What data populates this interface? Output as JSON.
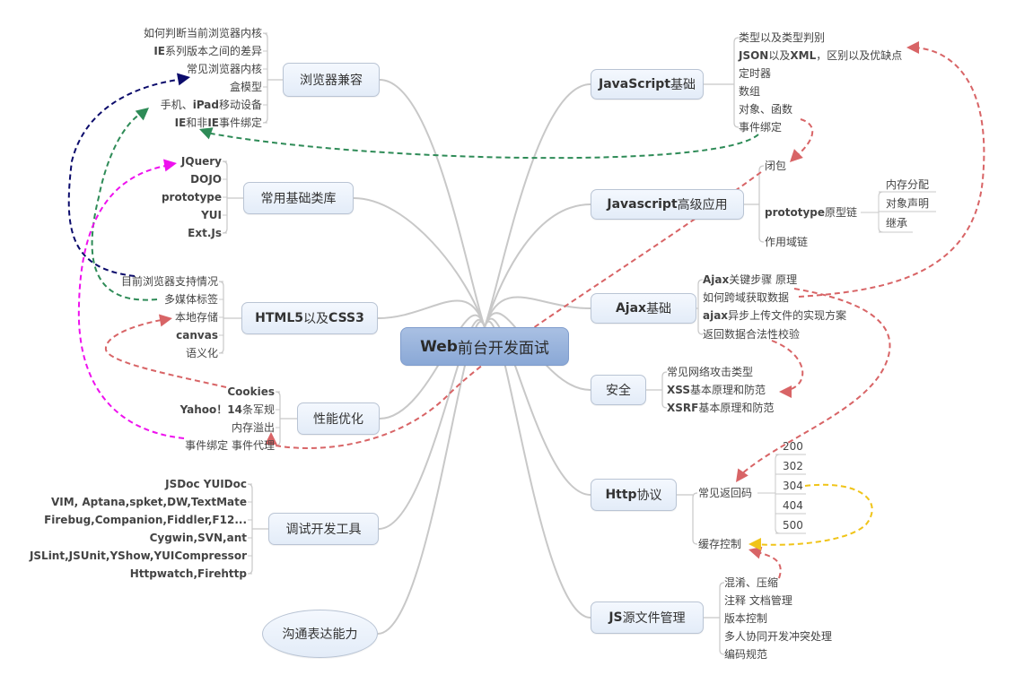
{
  "title": "Web前台开发面试",
  "root": {
    "bold": "Web",
    "rest": "前台开发面试"
  },
  "colors": {
    "branch_line": "#c8c8c8",
    "node_fill_top": "#f4f8fe",
    "node_fill_bottom": "#e3ecf8",
    "root_fill": "#8aa8d6",
    "link_red": "#d86466",
    "link_green": "#2e8b57",
    "link_navy": "#0b0b6b",
    "link_magenta": "#ee11ee",
    "link_yellow": "#f0c419"
  },
  "left_branches": [
    {
      "id": "browser",
      "label": "浏览器兼容",
      "items": [
        {
          "parts": [
            {
              "t": "如何判断当前浏览器内核",
              "b": false
            }
          ]
        },
        {
          "parts": [
            {
              "t": "IE",
              "b": true
            },
            {
              "t": "系列版本之间的差异",
              "b": false
            }
          ]
        },
        {
          "parts": [
            {
              "t": "常见浏览器内核",
              "b": false
            }
          ]
        },
        {
          "parts": [
            {
              "t": "盒模型",
              "b": false
            }
          ]
        },
        {
          "parts": [
            {
              "t": "手机、",
              "b": false
            },
            {
              "t": "iPad",
              "b": true
            },
            {
              "t": "移动设备",
              "b": false
            }
          ]
        },
        {
          "parts": [
            {
              "t": "IE",
              "b": true
            },
            {
              "t": "和非",
              "b": false
            },
            {
              "t": "IE",
              "b": true
            },
            {
              "t": "事件绑定",
              "b": false
            }
          ]
        }
      ]
    },
    {
      "id": "libs",
      "label": "常用基础类库",
      "items": [
        {
          "parts": [
            {
              "t": "JQuery",
              "b": true
            }
          ]
        },
        {
          "parts": [
            {
              "t": "DOJO",
              "b": true
            }
          ]
        },
        {
          "parts": [
            {
              "t": "prototype",
              "b": true
            }
          ]
        },
        {
          "parts": [
            {
              "t": "YUI",
              "b": true
            }
          ]
        },
        {
          "parts": [
            {
              "t": "Ext.Js",
              "b": true
            }
          ]
        }
      ]
    },
    {
      "id": "html5",
      "label_parts": [
        {
          "t": "HTML5",
          "b": true
        },
        {
          "t": "以及",
          "b": false
        },
        {
          "t": "CSS3",
          "b": true
        }
      ],
      "items": [
        {
          "parts": [
            {
              "t": "目前浏览器支持情况",
              "b": false
            }
          ]
        },
        {
          "parts": [
            {
              "t": "多媒体标签",
              "b": false
            }
          ]
        },
        {
          "parts": [
            {
              "t": "本地存储",
              "b": false
            }
          ]
        },
        {
          "parts": [
            {
              "t": "canvas",
              "b": true
            }
          ]
        },
        {
          "parts": [
            {
              "t": "语义化",
              "b": false
            }
          ]
        }
      ]
    },
    {
      "id": "perf",
      "label": "性能优化",
      "items": [
        {
          "parts": [
            {
              "t": "Cookies",
              "b": true
            }
          ]
        },
        {
          "parts": [
            {
              "t": "Yahoo！14",
              "b": true
            },
            {
              "t": "条军规",
              "b": false
            }
          ]
        },
        {
          "parts": [
            {
              "t": "内存溢出",
              "b": false
            }
          ]
        },
        {
          "parts": [
            {
              "t": "事件绑定 事件代理",
              "b": false
            }
          ]
        }
      ]
    },
    {
      "id": "tools",
      "label": "调试开发工具",
      "items": [
        {
          "parts": [
            {
              "t": "JSDoc YUIDoc",
              "b": true
            }
          ]
        },
        {
          "parts": [
            {
              "t": "VIM, Aptana,spket,DW,TextMate",
              "b": true
            }
          ]
        },
        {
          "parts": [
            {
              "t": "Firebug,Companion,Fiddler,F12...",
              "b": true
            }
          ]
        },
        {
          "parts": [
            {
              "t": "Cygwin,SVN,ant",
              "b": true
            }
          ]
        },
        {
          "parts": [
            {
              "t": "JSLint,JSUnit,YShow,YUICompressor",
              "b": true
            }
          ]
        },
        {
          "parts": [
            {
              "t": "Httpwatch,Firehttp",
              "b": true
            }
          ]
        }
      ]
    },
    {
      "id": "comm",
      "label": "沟通表达能力",
      "items": []
    }
  ],
  "right_branches": [
    {
      "id": "jsbasic",
      "label_parts": [
        {
          "t": "JavaScript",
          "b": true
        },
        {
          "t": "基础",
          "b": false
        }
      ],
      "items": [
        {
          "parts": [
            {
              "t": "类型以及类型判别",
              "b": false
            }
          ]
        },
        {
          "parts": [
            {
              "t": "JSON",
              "b": true
            },
            {
              "t": "以及",
              "b": false
            },
            {
              "t": "XML",
              "b": true
            },
            {
              "t": "，区别以及优缺点",
              "b": false
            }
          ]
        },
        {
          "parts": [
            {
              "t": "定时器",
              "b": false
            }
          ]
        },
        {
          "parts": [
            {
              "t": "数组",
              "b": false
            }
          ]
        },
        {
          "parts": [
            {
              "t": "对象、函数",
              "b": false
            }
          ]
        },
        {
          "parts": [
            {
              "t": "事件绑定",
              "b": false
            }
          ]
        }
      ]
    },
    {
      "id": "jsadv",
      "label_parts": [
        {
          "t": "Javascript",
          "b": true
        },
        {
          "t": "高级应用",
          "b": false
        }
      ],
      "items": [
        {
          "parts": [
            {
              "t": "闭包",
              "b": false
            }
          ]
        },
        {
          "parts": [
            {
              "t": "prototype",
              "b": true
            },
            {
              "t": "原型链",
              "b": false
            }
          ],
          "children": [
            "内存分配",
            "对象声明",
            "继承"
          ]
        },
        {
          "parts": [
            {
              "t": "作用域链",
              "b": false
            }
          ]
        }
      ]
    },
    {
      "id": "ajax",
      "label_parts": [
        {
          "t": "Ajax",
          "b": true
        },
        {
          "t": " 基础",
          "b": false
        }
      ],
      "items": [
        {
          "parts": [
            {
              "t": "Ajax",
              "b": true
            },
            {
              "t": "关键步骤 原理",
              "b": false
            }
          ]
        },
        {
          "parts": [
            {
              "t": "如何跨域获取数据",
              "b": false
            }
          ]
        },
        {
          "parts": [
            {
              "t": "ajax",
              "b": true
            },
            {
              "t": "异步上传文件的实现方案",
              "b": false
            }
          ]
        },
        {
          "parts": [
            {
              "t": "返回数据合法性校验",
              "b": false
            }
          ]
        }
      ]
    },
    {
      "id": "security",
      "label": "安全",
      "items": [
        {
          "parts": [
            {
              "t": "常见网络攻击类型",
              "b": false
            }
          ]
        },
        {
          "parts": [
            {
              "t": "XSS",
              "b": true
            },
            {
              "t": "基本原理和防范",
              "b": false
            }
          ]
        },
        {
          "parts": [
            {
              "t": "XSRF",
              "b": true
            },
            {
              "t": "基本原理和防范",
              "b": false
            }
          ]
        }
      ]
    },
    {
      "id": "http",
      "label_parts": [
        {
          "t": "Http",
          "b": true
        },
        {
          "t": "协议",
          "b": false
        }
      ],
      "items": [
        {
          "parts": [
            {
              "t": "常见返回码",
              "b": false
            }
          ],
          "children": [
            "200",
            "302",
            "304",
            "404",
            "500"
          ]
        },
        {
          "parts": [
            {
              "t": "缓存控制",
              "b": false
            }
          ]
        }
      ]
    },
    {
      "id": "jsfiles",
      "label_parts": [
        {
          "t": "JS",
          "b": true
        },
        {
          "t": "源文件管理",
          "b": false
        }
      ],
      "items": [
        {
          "parts": [
            {
              "t": "混淆、压缩",
              "b": false
            }
          ]
        },
        {
          "parts": [
            {
              "t": "注释 文档管理",
              "b": false
            }
          ]
        },
        {
          "parts": [
            {
              "t": "版本控制",
              "b": false
            }
          ]
        },
        {
          "parts": [
            {
              "t": "多人协同开发冲突处理",
              "b": false
            }
          ]
        },
        {
          "parts": [
            {
              "t": "编码规范",
              "b": false
            }
          ]
        }
      ]
    }
  ],
  "relationships": [
    {
      "from": "事件绑定 (JavaScript基础)",
      "to": "IE和非IE事件绑定",
      "color": "green"
    },
    {
      "from": "多媒体标签",
      "to": "手机、iPad移动设备",
      "color": "green"
    },
    {
      "from": "目前浏览器支持情况",
      "to": "常见浏览器内核",
      "color": "navy"
    },
    {
      "from": "事件绑定 事件代理",
      "to": "JQuery",
      "color": "magenta"
    },
    {
      "from": "Cookies",
      "to": "本地存储",
      "color": "red"
    },
    {
      "from": "对象、函数",
      "to": "闭包",
      "color": "red"
    },
    {
      "from": "闭包",
      "to": "内存溢出",
      "color": "red"
    },
    {
      "from": "如何跨域获取数据",
      "to": "JSON以及XML，区别以及优缺点",
      "color": "red"
    },
    {
      "from": "Ajax关键步骤 原理",
      "to": "常见返回码",
      "color": "red"
    },
    {
      "from": "返回数据合法性校验",
      "to": "XSS基本原理和防范",
      "color": "red"
    },
    {
      "from": "混淆、压缩",
      "to": "缓存控制",
      "color": "red"
    },
    {
      "from": "304",
      "to": "缓存控制",
      "color": "yellow"
    }
  ]
}
